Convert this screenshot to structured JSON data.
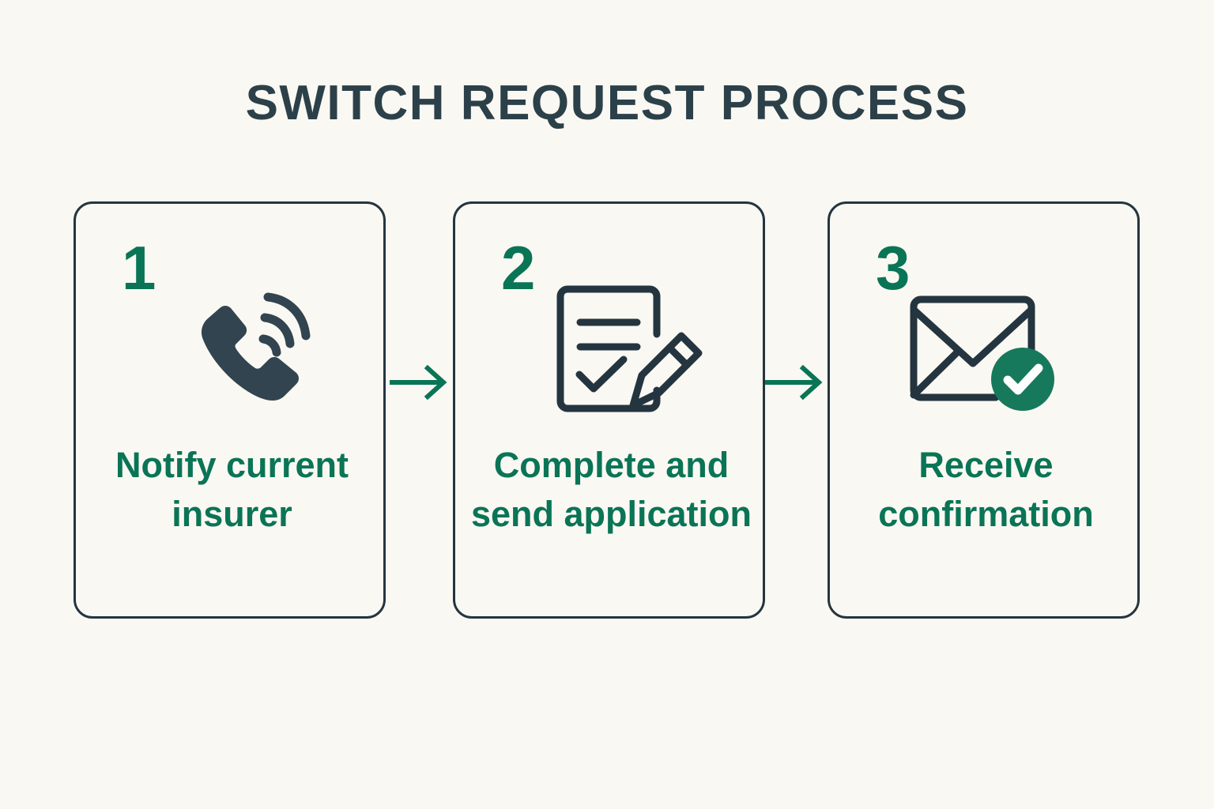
{
  "page": {
    "title": "SWITCH REQUEST PROCESS",
    "background_color": "#FAF8F2",
    "title_color": "#2C4049",
    "accent_green": "#0A7456",
    "outline_dark": "#243540"
  },
  "steps": [
    {
      "number": "1",
      "label": "Notify current insurer",
      "icon": "phone-call-icon"
    },
    {
      "number": "2",
      "label": "Complete and send application",
      "icon": "document-edit-icon"
    },
    {
      "number": "3",
      "label": "Receive confirmation",
      "icon": "envelope-check-icon"
    }
  ],
  "connectors": [
    {
      "name": "arrow-step1-to-step2",
      "direction": "right"
    },
    {
      "name": "arrow-step2-to-step3",
      "direction": "right"
    }
  ]
}
